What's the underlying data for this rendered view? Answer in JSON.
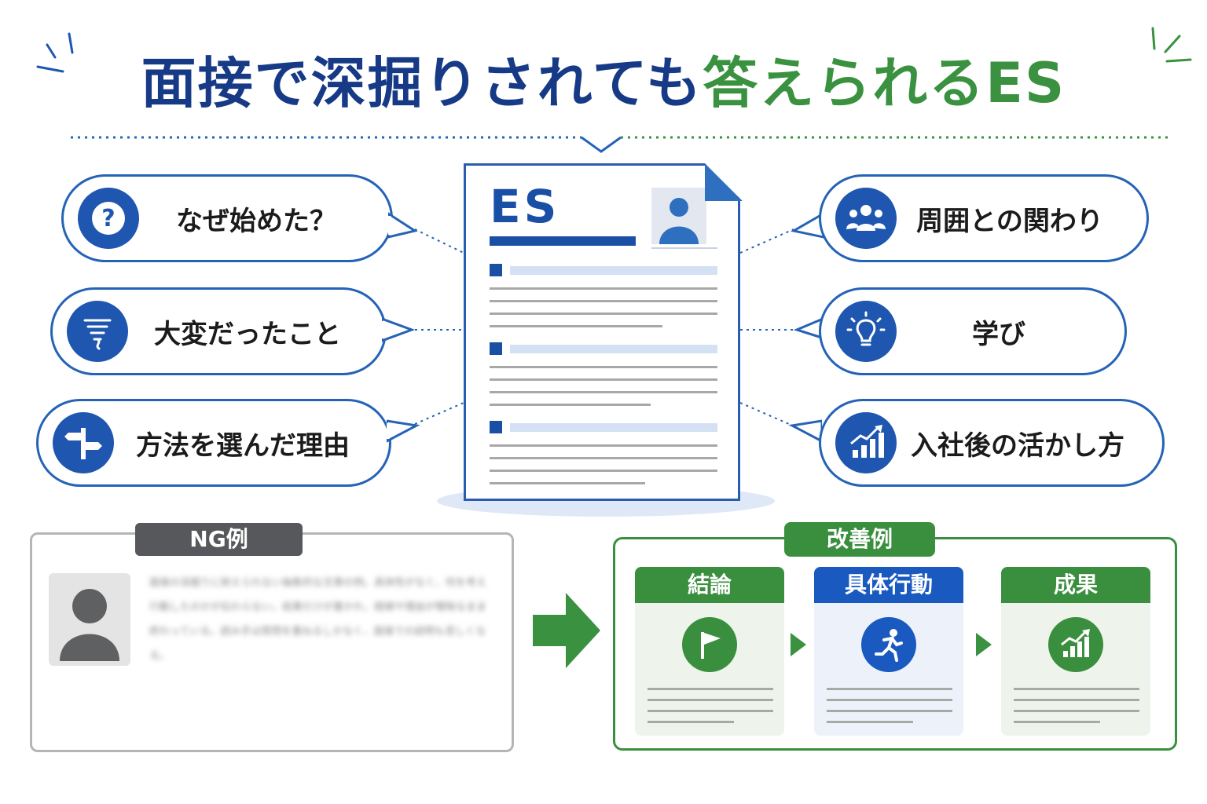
{
  "title": {
    "part1": "面接で深掘りされても",
    "part2": "答えられるES"
  },
  "document": {
    "heading": "ES"
  },
  "questions_left": [
    {
      "label": "なぜ始めた？",
      "icon": "question-icon"
    },
    {
      "label": "大変だったこと",
      "icon": "tornado-icon"
    },
    {
      "label": "方法を選んだ理由",
      "icon": "signpost-icon"
    }
  ],
  "questions_right": [
    {
      "label": "周囲との関わり",
      "icon": "people-icon"
    },
    {
      "label": "学び",
      "icon": "lightbulb-icon"
    },
    {
      "label": "入社後の活かし方",
      "icon": "growth-chart-icon"
    }
  ],
  "ng_example": {
    "tab_label": "NG例",
    "blurred_text": "面接の深掘りに耐えられない抽象的な文章の例。具体性がなく、何を考え行動したのかが伝わらない。結果だけが書かれ、経緯や理由が曖昧なまま終わっている。読み手は質問を重ねるしかなく、面接での説明も苦しくなる。"
  },
  "good_example": {
    "tab_label": "改善例",
    "steps": [
      {
        "label": "結論",
        "icon": "flag-icon"
      },
      {
        "label": "具体行動",
        "icon": "running-person-icon"
      },
      {
        "label": "成果",
        "icon": "growth-chart-icon"
      }
    ]
  },
  "colors": {
    "navy": "#173a86",
    "blue": "#1e56b0",
    "green": "#3a9140",
    "gray": "#56585b"
  }
}
